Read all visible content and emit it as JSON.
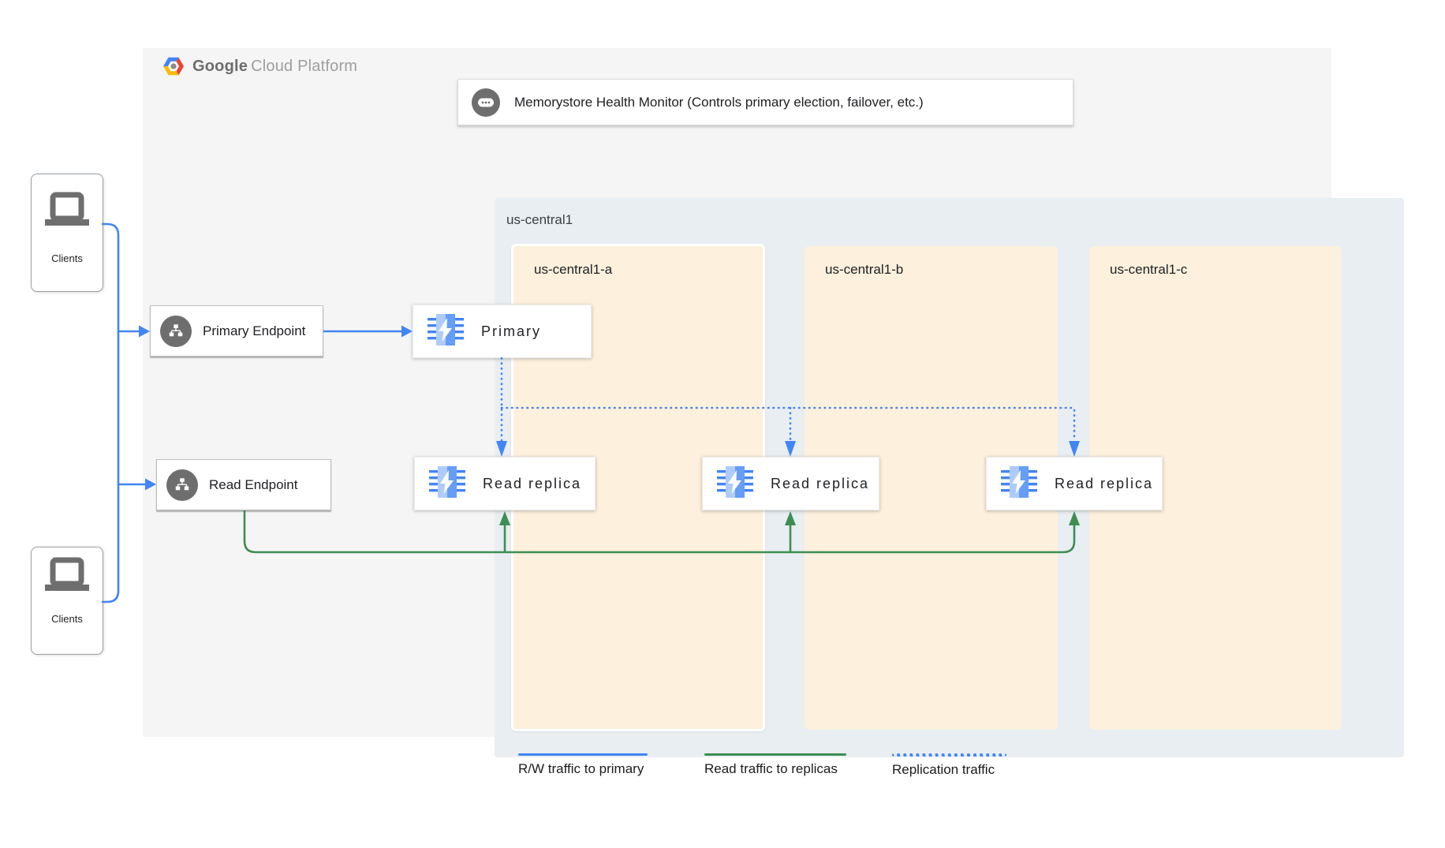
{
  "logo": {
    "google": "Google",
    "suffix": "Cloud Platform"
  },
  "monitor": {
    "label": "Memorystore Health Monitor (Controls primary election, failover, etc.)"
  },
  "clients_top": {
    "label": "Clients"
  },
  "clients_bottom": {
    "label": "Clients"
  },
  "endpoints": {
    "primary_label": "Primary Endpoint",
    "read_label": "Read Endpoint"
  },
  "region": {
    "label": "us-central1",
    "zones": [
      {
        "label": "us-central1-a"
      },
      {
        "label": "us-central1-b"
      },
      {
        "label": "us-central1-c"
      }
    ]
  },
  "nodes": {
    "primary_label": "Primary",
    "replica_a_label": "Read replica",
    "replica_b_label": "Read replica",
    "replica_c_label": "Read replica"
  },
  "legend": {
    "items": [
      {
        "label": "R/W traffic to primary",
        "style": "solid",
        "color": "#4285f4"
      },
      {
        "label": "Read traffic to replicas",
        "style": "solid",
        "color": "#3d8e52"
      },
      {
        "label": "Replication traffic",
        "style": "dotted",
        "color": "#4285f4"
      }
    ]
  },
  "colors": {
    "rw_blue": "#4285f4",
    "read_green": "#3d8e52",
    "zone_bg": "#fdf0dc",
    "region_bg": "#e9eef2",
    "panel_bg": "#f5f5f5",
    "icon_gray": "#6e6e6e"
  }
}
